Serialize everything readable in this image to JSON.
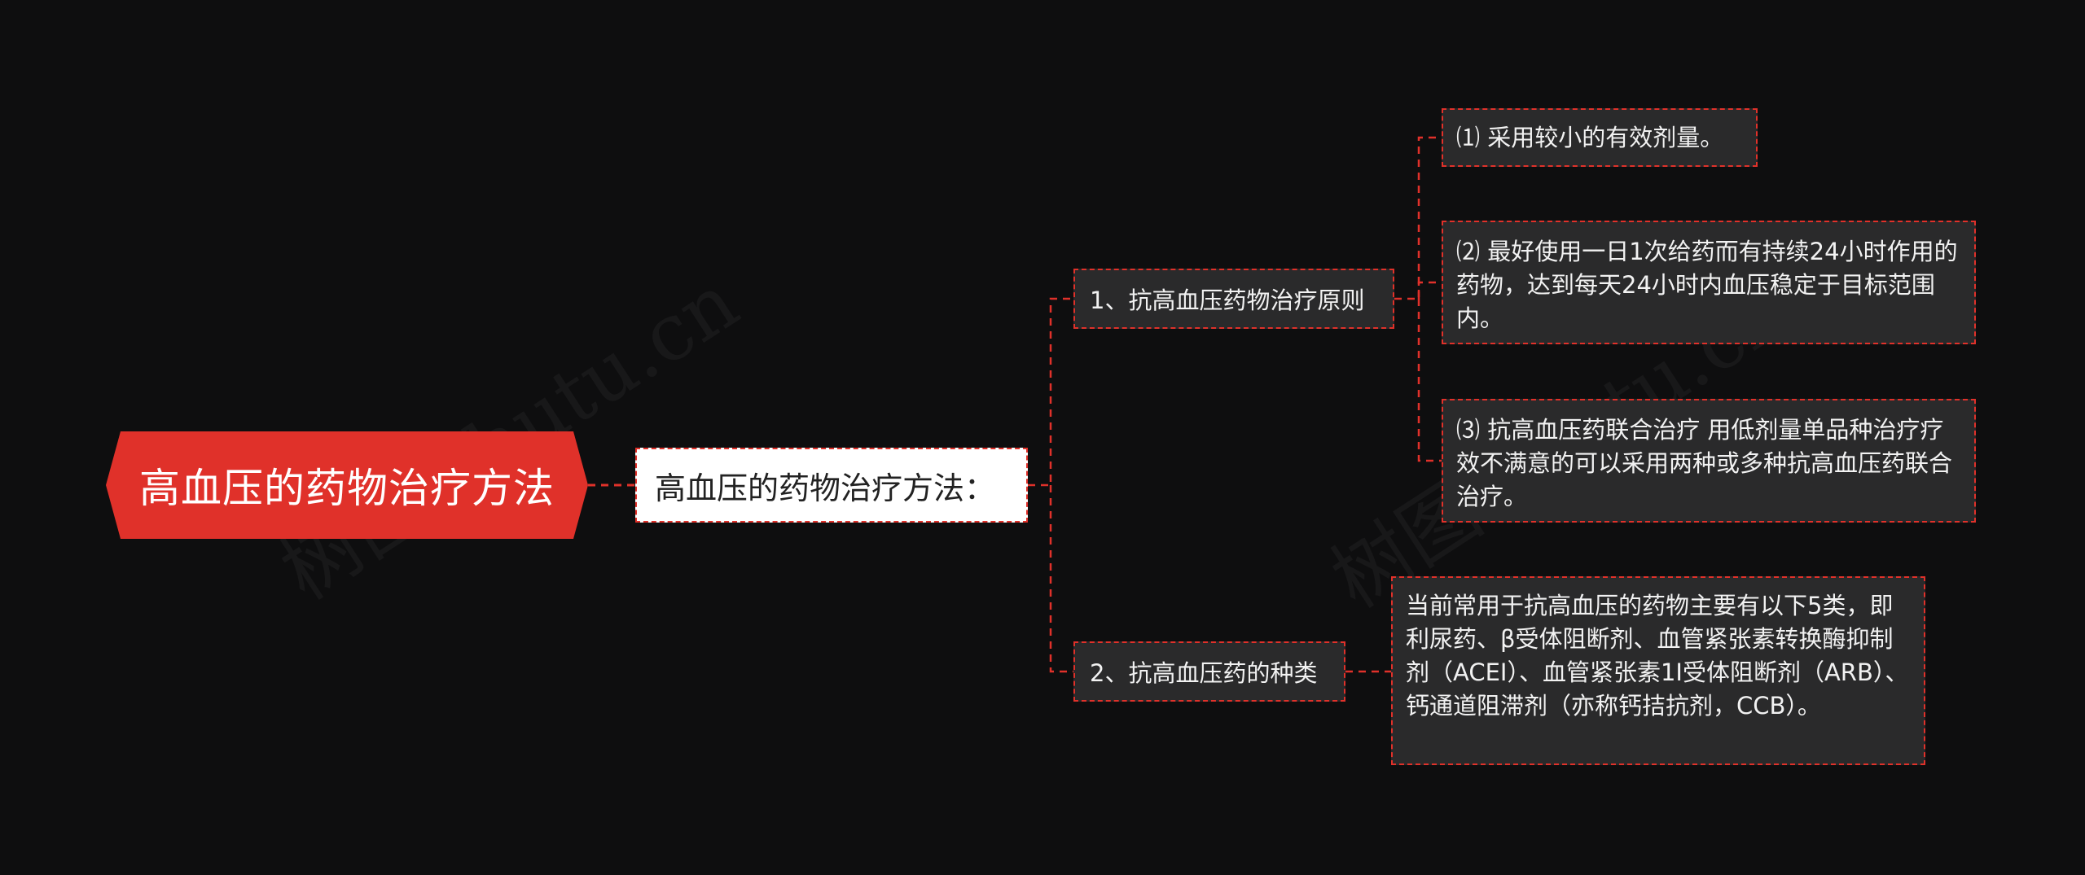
{
  "colors": {
    "background": "#0e0e0f",
    "accent": "#e0312a",
    "node_fill": "#2a2a2b",
    "hub_fill": "#ffffff"
  },
  "watermark": "树图 shutu.cn",
  "root": {
    "label": "高血压的药物治疗方法"
  },
  "hub": {
    "label": "高血压的药物治疗方法："
  },
  "branches": [
    {
      "label": "1、抗高血压药物治疗原则",
      "children": [
        {
          "label": "⑴ 采用较小的有效剂量。"
        },
        {
          "label": "⑵ 最好使用一日1次给药而有持续24小时作用的药物，达到每天24小时内血压稳定于目标范围内。"
        },
        {
          "label": "⑶ 抗高血压药联合治疗 用低剂量单品种治疗疗效不满意的可以采用两种或多种抗高血压药联合治疗。"
        }
      ]
    },
    {
      "label": "2、抗高血压药的种类",
      "children": [
        {
          "label": "当前常用于抗高血压的药物主要有以下5类，即利尿药、β受体阻断剂、血管紧张素转换酶抑制剂（ACEI）、血管紧张素1I受体阻断剂（ARB）、钙通道阻滞剂（亦称钙拮抗剂，CCB）。"
        }
      ]
    }
  ]
}
